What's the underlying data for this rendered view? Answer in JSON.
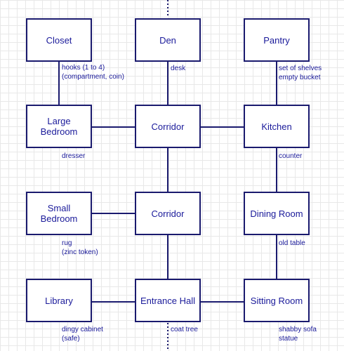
{
  "rooms": {
    "closet": "Closet",
    "den": "Den",
    "pantry": "Pantry",
    "large_bedroom": "Large\nBedroom",
    "corridor_upper": "Corridor",
    "kitchen": "Kitchen",
    "small_bedroom": "Small\nBedroom",
    "corridor_lower": "Corridor",
    "dining_room": "Dining Room",
    "library": "Library",
    "entrance_hall": "Entrance Hall",
    "sitting_room": "Sitting Room"
  },
  "notes": {
    "closet": "hooks (1 to 4)\n(compartment, coin)",
    "den": "desk",
    "pantry": "set of shelves\nempty bucket",
    "large_bedroom": "dresser",
    "kitchen": "counter",
    "small_bedroom": "rug\n(zinc token)",
    "dining_room": "old table",
    "library": "dingy cabinet\n(safe)",
    "entrance_hall": "coat tree",
    "sitting_room": "shabby sofa\nstatue"
  },
  "colors": {
    "box_border": "#1a1a6e",
    "text": "#1a1a9a",
    "line": "#1a1a6e",
    "grid": "#e8e8e8"
  }
}
